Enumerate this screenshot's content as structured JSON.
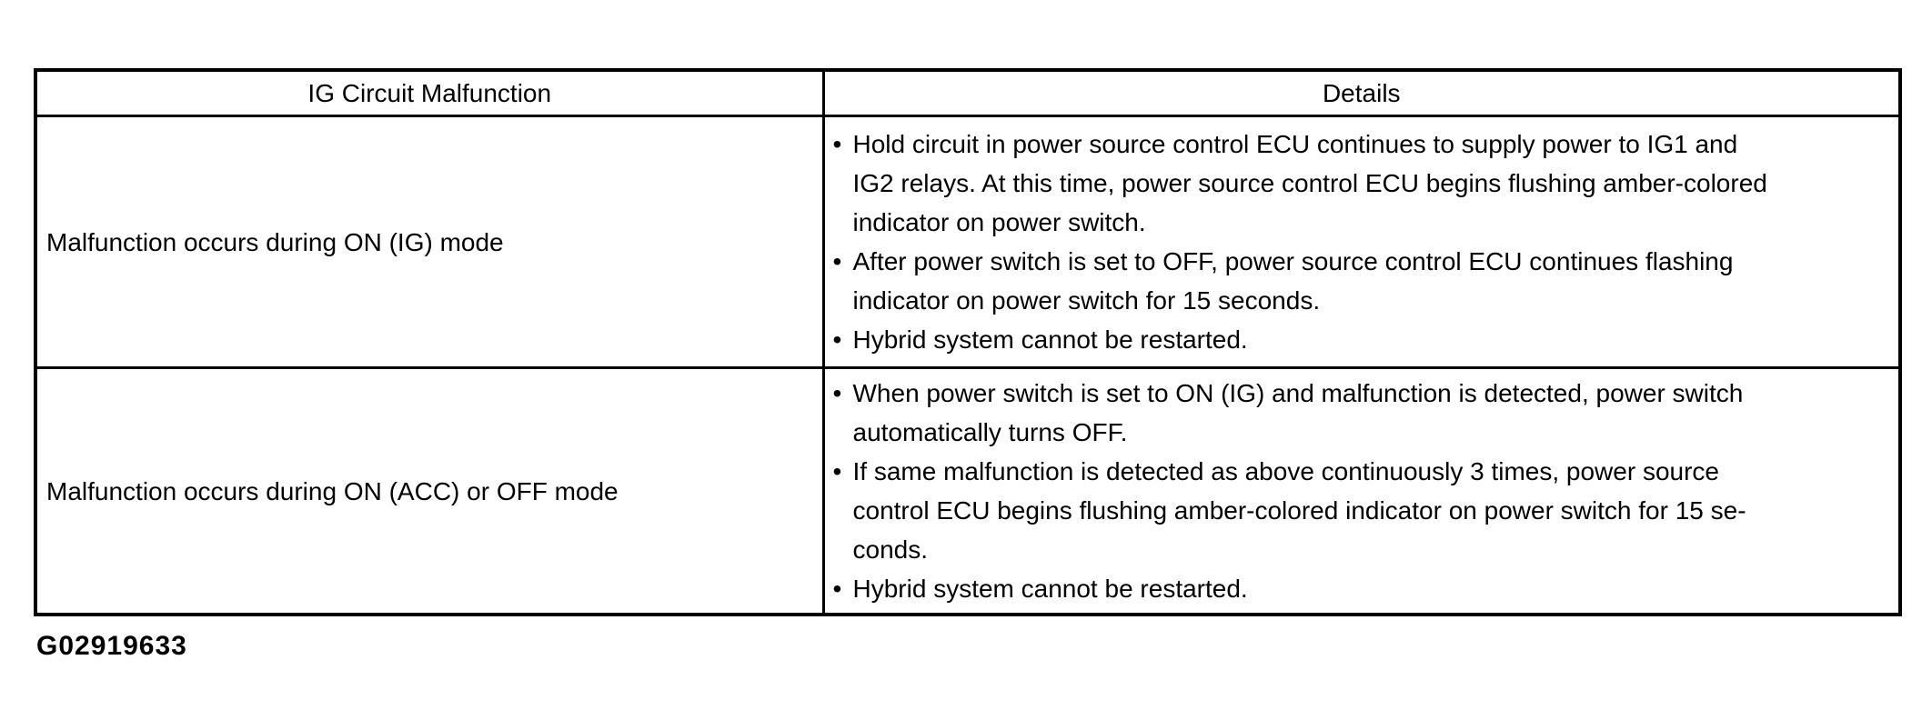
{
  "colors": {
    "background": "#ffffff",
    "border": "#000000",
    "text": "#000000"
  },
  "figure_id": "G02919633",
  "table": {
    "headers": [
      "IG Circuit Malfunction",
      "Details"
    ],
    "rows": [
      {
        "malfunction": "Malfunction occurs during ON (IG) mode",
        "details": [
          "Hold circuit in power source control ECU continues to supply power to IG1 and\nIG2 relays. At this time, power source control ECU begins flushing amber-colored\nindicator on power switch.",
          "After power switch is set to OFF, power source control ECU continues flashing\nindicator on power switch for 15 seconds.",
          "Hybrid system cannot be restarted."
        ]
      },
      {
        "malfunction": "Malfunction occurs during ON (ACC) or OFF mode",
        "details": [
          "When power switch is set to ON (IG) and malfunction is detected, power switch\nautomatically turns OFF.",
          "If same malfunction is detected as above continuously 3 times, power source\ncontrol ECU begins flushing amber-colored indicator on power switch for 15 se-\nconds.",
          "Hybrid system cannot be restarted."
        ]
      }
    ]
  }
}
